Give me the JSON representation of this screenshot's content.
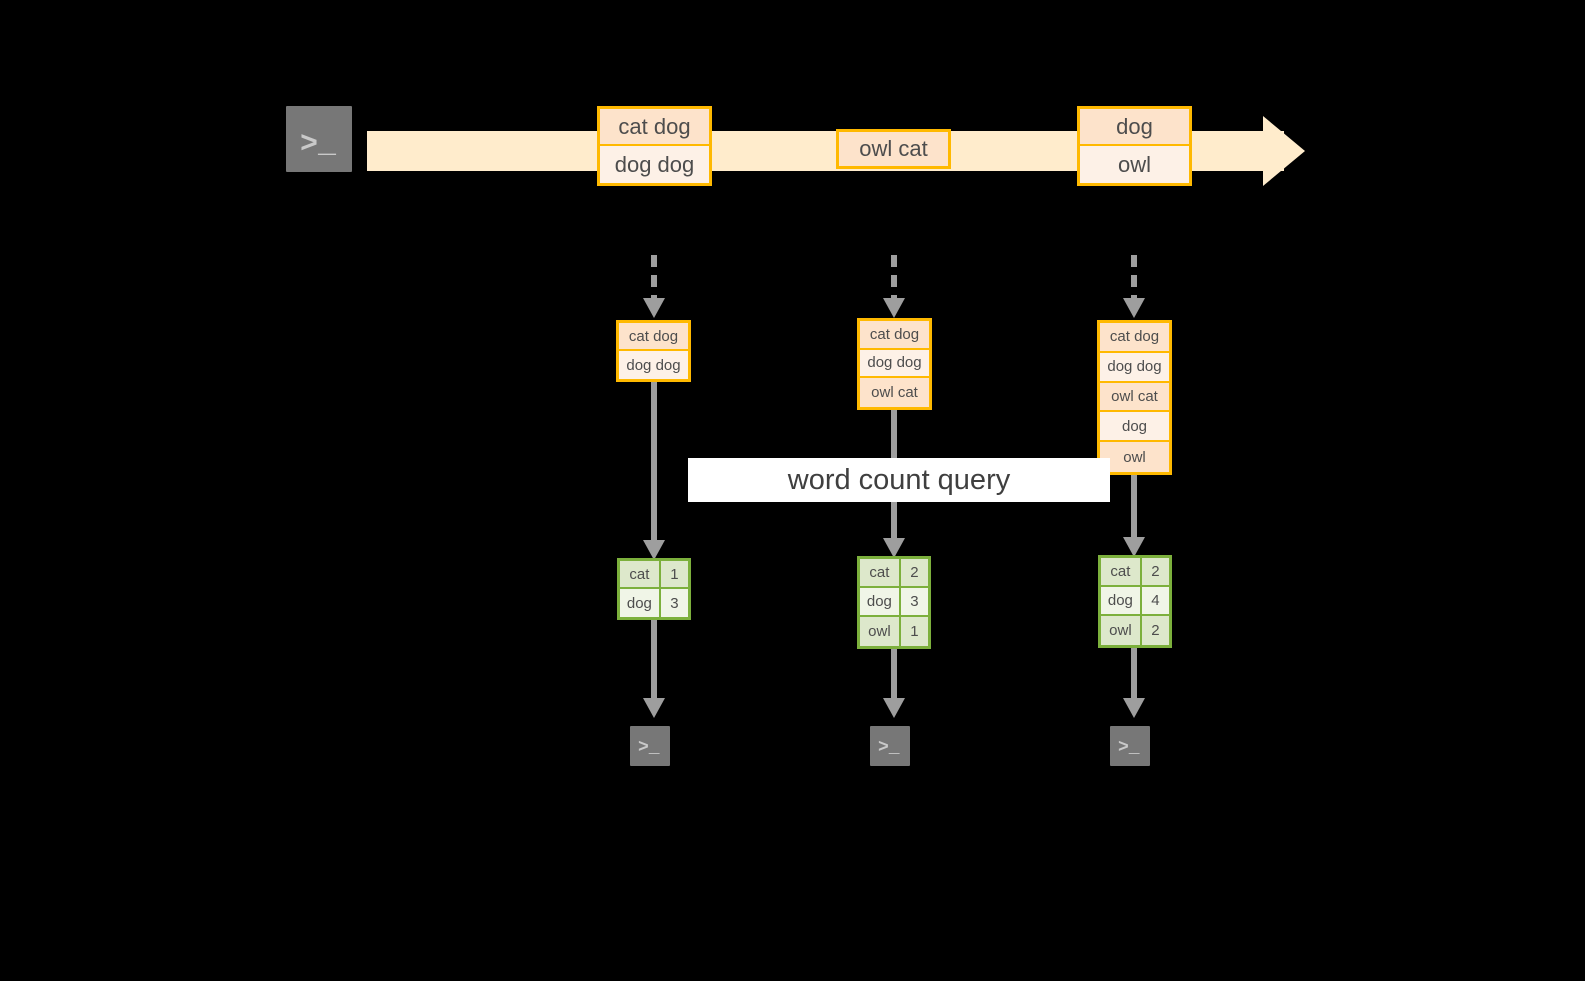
{
  "diagram": {
    "title": "word count query",
    "colors": {
      "background": "#000000",
      "stream_arrow": "#ffeccc",
      "event_border": "#ffb900",
      "event_fill_dark": "#fde3cb",
      "event_fill_light": "#fdf1e7",
      "table_border": "#7cb03c",
      "table_fill_dark": "#dde8cb",
      "table_fill_light": "#f0f5e7",
      "connector": "#9e9e9e",
      "terminal_fill": "#777777",
      "label_fill": "#ffffff",
      "text": "#4d4d4d"
    },
    "source": {
      "icon": "terminal-prompt-icon",
      "glyph": ">_"
    },
    "stream": {
      "events": [
        {
          "lines": [
            "cat dog",
            "dog dog"
          ]
        },
        {
          "lines": [
            "owl cat"
          ]
        },
        {
          "lines": [
            "dog",
            "owl"
          ]
        }
      ]
    },
    "query_label": "word count query",
    "snapshots": [
      {
        "accumulated": [
          "cat dog",
          "dog dog"
        ],
        "result": {
          "rows": [
            {
              "word": "cat",
              "count": "1"
            },
            {
              "word": "dog",
              "count": "3"
            }
          ]
        },
        "sink": {
          "icon": "terminal-prompt-icon",
          "glyph": ">_"
        }
      },
      {
        "accumulated": [
          "cat dog",
          "dog dog",
          "owl cat"
        ],
        "result": {
          "rows": [
            {
              "word": "cat",
              "count": "2"
            },
            {
              "word": "dog",
              "count": "3"
            },
            {
              "word": "owl",
              "count": "1"
            }
          ]
        },
        "sink": {
          "icon": "terminal-prompt-icon",
          "glyph": ">_"
        }
      },
      {
        "accumulated": [
          "cat dog",
          "dog dog",
          "owl cat",
          "dog",
          "owl"
        ],
        "result": {
          "rows": [
            {
              "word": "cat",
              "count": "2"
            },
            {
              "word": "dog",
              "count": "4"
            },
            {
              "word": "owl",
              "count": "2"
            }
          ]
        },
        "sink": {
          "icon": "terminal-prompt-icon",
          "glyph": ">_"
        }
      }
    ]
  }
}
